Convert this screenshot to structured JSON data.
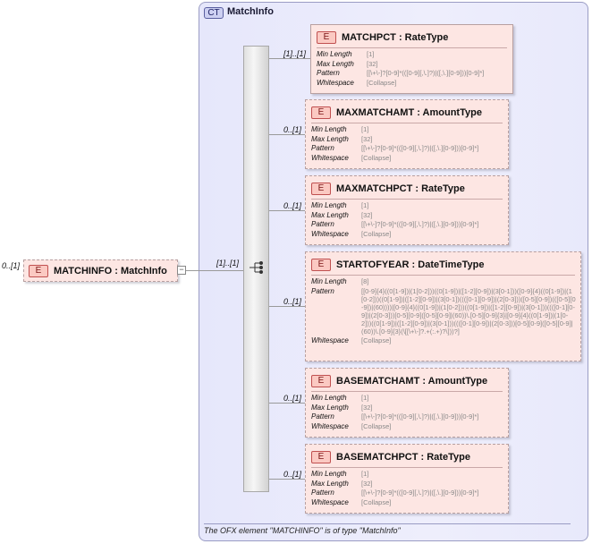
{
  "complex_type": {
    "badge": "CT",
    "name": "MatchInfo"
  },
  "footer": "The OFX element \"MATCHINFO\" is of type \"MatchInfo\"",
  "root": {
    "badge": "E",
    "title": "MATCHINFO : MatchInfo",
    "multiplicity": "0..[1]",
    "seq_multiplicity": "[1]..[1]",
    "collapse": "−"
  },
  "labels": {
    "min_length": "Min Length",
    "max_length": "Max Length",
    "pattern": "Pattern",
    "whitespace": "Whitespace"
  },
  "elements": [
    {
      "badge": "E",
      "title": "MATCHPCT : RateType",
      "multiplicity": "[1]..[1]",
      "min_length": "[1]",
      "max_length": "[32]",
      "pattern": "[[\\+\\-]?[0-9]*(([0-9][,\\.]?)|([,\\.][0-9]))[0-9]*]",
      "whitespace": "[Collapse]"
    },
    {
      "badge": "E",
      "title": "MAXMATCHAMT : AmountType",
      "multiplicity": "0..[1]",
      "min_length": "[1]",
      "max_length": "[32]",
      "pattern": "[[\\+\\-]?[0-9]*(([0-9][,\\.]?)|([,\\.][0-9]))[0-9]*]",
      "whitespace": "[Collapse]"
    },
    {
      "badge": "E",
      "title": "MAXMATCHPCT : RateType",
      "multiplicity": "0..[1]",
      "min_length": "[1]",
      "max_length": "[32]",
      "pattern": "[[\\+\\-]?[0-9]*(([0-9][,\\.]?)|([,\\.][0-9]))[0-9]*]",
      "whitespace": "[Collapse]"
    },
    {
      "badge": "E",
      "title": "STARTOFYEAR : DateTimeType",
      "multiplicity": "0..[1]",
      "min_length": "[8]",
      "pattern": "[[0-9]{4}((0[1-9])|(1[0-2]))((0[1-9])|([1-2][0-9])|(3[0-1]))([0-9]{4}((0[1-9])|(1[0-2]))((0[1-9])|([1-2][0-9])|(3[0-1])((([0-1][0-9])|(2[0-3]))([0-5][0-9])(([0-5][0-9])|(60))))|[0-9]{4}((0[1-9])|(1[0-2]))((0[1-9])|([1-2][0-9])|(3[0-1]))((([0-1][0-9])|(2[0-3]))[0-5][0-9]([0-5][0-9]|(60))\\.[0-5][0-9]{3}|[0-9]{4}((0[1-9])|(1[0-2]))((0[1-9])|([1-2][0-9])|(3[0-1]))((([0-1][0-9])|(2[0-3]))[0-5][0-9]([0-5][0-9]|(60))\\.[0-9]{3}(\\[[\\+\\-]?.+(:.+)?\\]))?]",
      "whitespace": "[Collapse]"
    },
    {
      "badge": "E",
      "title": "BASEMATCHAMT : AmountType",
      "multiplicity": "0..[1]",
      "min_length": "[1]",
      "max_length": "[32]",
      "pattern": "[[\\+\\-]?[0-9]*(([0-9][,\\.]?)|([,\\.][0-9]))[0-9]*]",
      "whitespace": "[Collapse]"
    },
    {
      "badge": "E",
      "title": "BASEMATCHPCT : RateType",
      "multiplicity": "0..[1]",
      "min_length": "[1]",
      "max_length": "[32]",
      "pattern": "[[\\+\\-]?[0-9]*(([0-9][,\\.]?)|([,\\.][0-9]))[0-9]*]",
      "whitespace": "[Collapse]"
    }
  ]
}
